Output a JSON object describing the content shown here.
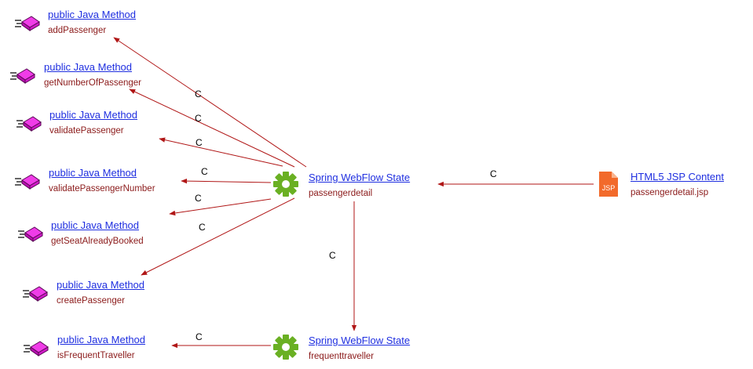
{
  "edge_label": "C",
  "colors": {
    "edge": "#b01616",
    "link": "#1f2fe0",
    "name": "#8b1a1a",
    "gear": "#6ab023",
    "jsp": "#f26a2b",
    "method": "#e020d8"
  },
  "methods": [
    {
      "type": "public Java Method",
      "name": "addPassenger",
      "icon": "java-method-icon"
    },
    {
      "type": "public Java Method",
      "name": "getNumberOfPassenger",
      "icon": "java-method-icon"
    },
    {
      "type": "public Java Method",
      "name": "validatePassenger",
      "icon": "java-method-icon"
    },
    {
      "type": "public Java Method",
      "name": "validatePassengerNumber",
      "icon": "java-method-icon"
    },
    {
      "type": "public Java Method",
      "name": "getSeatAlreadyBooked",
      "icon": "java-method-icon"
    },
    {
      "type": "public Java Method",
      "name": "createPassenger",
      "icon": "java-method-icon"
    },
    {
      "type": "public Java Method",
      "name": "isFrequentTraveller",
      "icon": "java-method-icon"
    }
  ],
  "states": [
    {
      "type": "Spring WebFlow State",
      "name": "passengerdetail",
      "icon": "gear-icon"
    },
    {
      "type": "Spring WebFlow State",
      "name": "frequenttraveller",
      "icon": "gear-icon"
    }
  ],
  "jsp": {
    "type": "HTML5 JSP Content",
    "name": "passengerdetail.jsp",
    "icon": "jsp-file-icon",
    "badge": "JSP"
  }
}
